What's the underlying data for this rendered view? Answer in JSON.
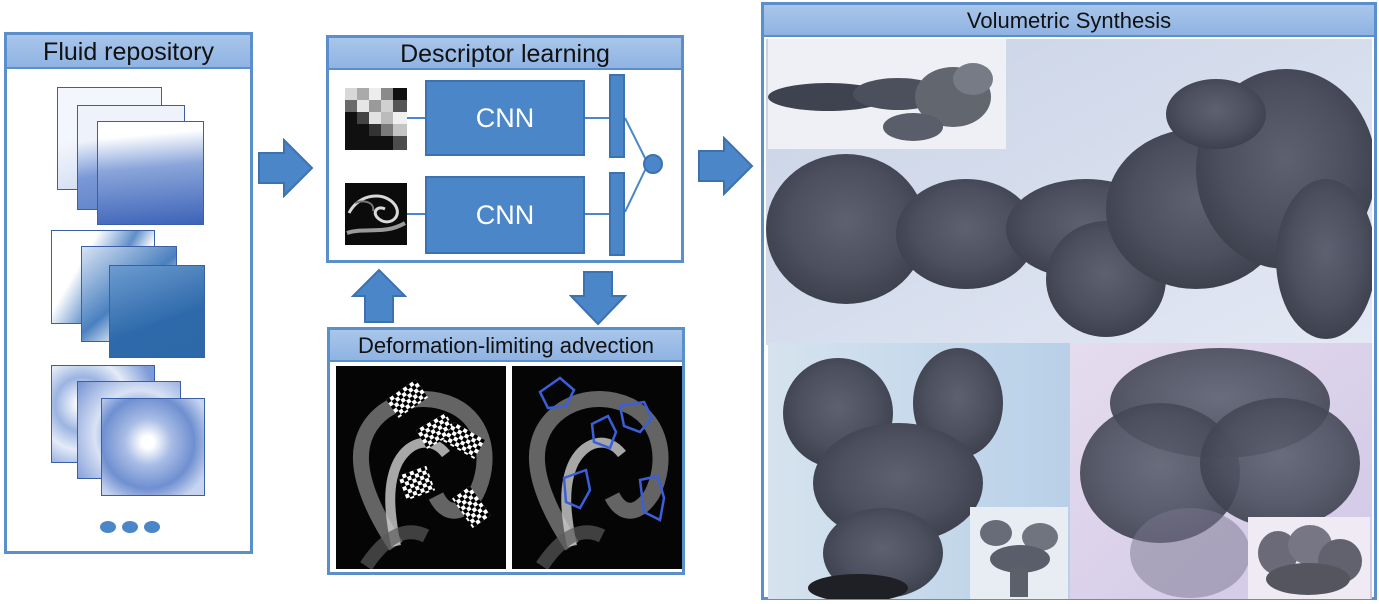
{
  "repository": {
    "title": "Fluid repository"
  },
  "descriptor": {
    "title": "Descriptor learning",
    "cnn_top": "CNN",
    "cnn_bottom": "CNN"
  },
  "advection": {
    "title": "Deformation-limiting advection"
  },
  "synthesis": {
    "title": "Volumetric Synthesis"
  },
  "colors": {
    "accent": "#4a86c8",
    "panel_border": "#5b8fcb",
    "title_bar": "#9dbde7",
    "outline_blue": "#3a5fd8"
  },
  "icons": [
    "arrow-right-icon",
    "arrow-up-icon",
    "arrow-down-icon",
    "ellipsis-dots-icon"
  ]
}
